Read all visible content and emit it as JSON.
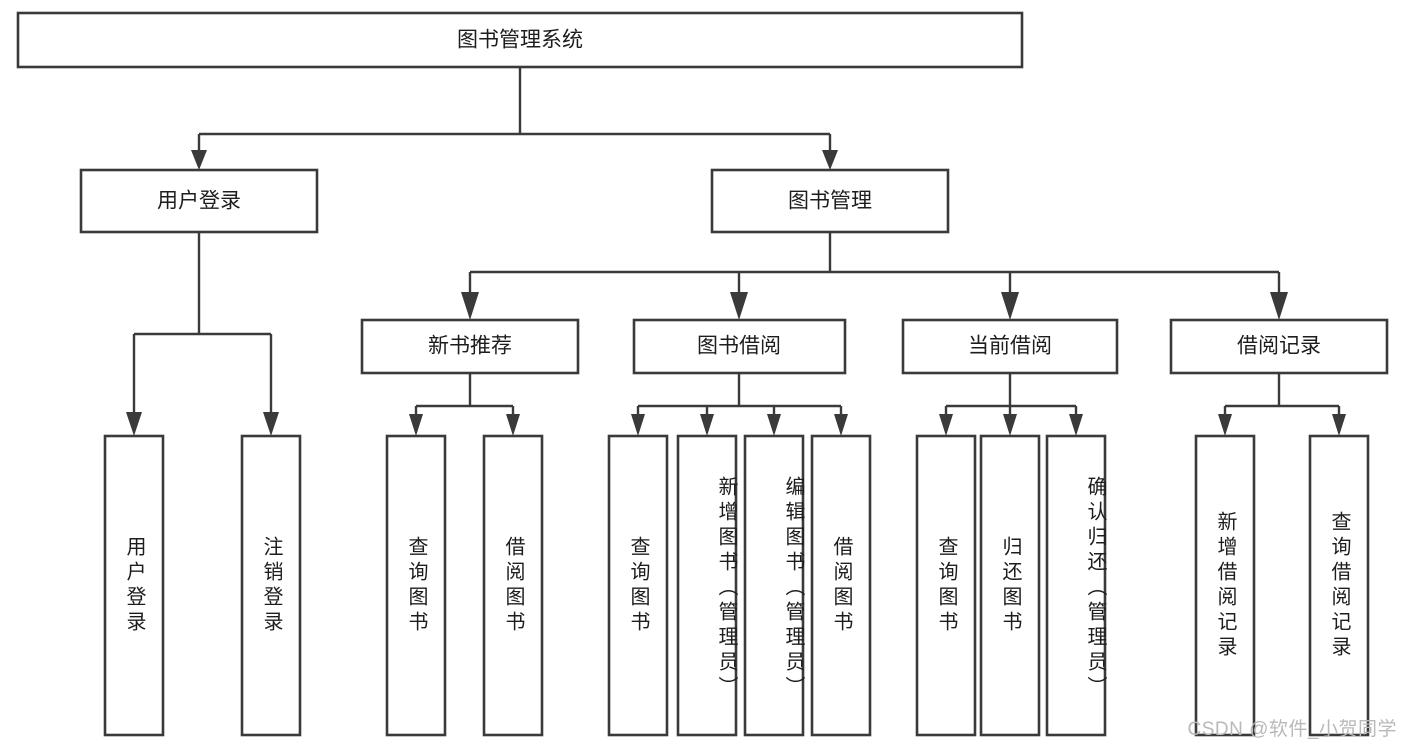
{
  "diagram": {
    "title": "图书管理系统",
    "type": "hierarchy-tree",
    "watermark": "CSDN @软件_小贺同学",
    "root": {
      "id": "root",
      "label": "图书管理系统"
    },
    "level2": [
      {
        "id": "user-login",
        "label": "用户登录"
      },
      {
        "id": "book-management",
        "label": "图书管理"
      }
    ],
    "level3": [
      {
        "id": "new-book-recommend",
        "label": "新书推荐",
        "parent": "book-management"
      },
      {
        "id": "book-borrow",
        "label": "图书借阅",
        "parent": "book-management"
      },
      {
        "id": "current-borrow",
        "label": "当前借阅",
        "parent": "book-management"
      },
      {
        "id": "borrow-record",
        "label": "借阅记录",
        "parent": "book-management"
      }
    ],
    "leaves": [
      {
        "id": "leaf-user-login",
        "label": "用户登录",
        "parent": "user-login"
      },
      {
        "id": "leaf-logout-login",
        "label": "注销登录",
        "parent": "user-login"
      },
      {
        "id": "leaf-query-book-1",
        "label": "查询图书",
        "parent": "new-book-recommend"
      },
      {
        "id": "leaf-borrow-book-1",
        "label": "借阅图书",
        "parent": "new-book-recommend"
      },
      {
        "id": "leaf-query-book-2",
        "label": "查询图书",
        "parent": "book-borrow"
      },
      {
        "id": "leaf-add-book",
        "label": "新增图书（管理员）",
        "parent": "book-borrow"
      },
      {
        "id": "leaf-edit-book",
        "label": "编辑图书（管理员）",
        "parent": "book-borrow"
      },
      {
        "id": "leaf-borrow-book-2",
        "label": "借阅图书",
        "parent": "book-borrow"
      },
      {
        "id": "leaf-query-book-3",
        "label": "查询图书",
        "parent": "current-borrow"
      },
      {
        "id": "leaf-return-book",
        "label": "归还图书",
        "parent": "current-borrow"
      },
      {
        "id": "leaf-confirm-return",
        "label": "确认归还（管理员）",
        "parent": "current-borrow"
      },
      {
        "id": "leaf-add-record",
        "label": "新增借阅记录",
        "parent": "borrow-record"
      },
      {
        "id": "leaf-query-record",
        "label": "查询借阅记录",
        "parent": "borrow-record"
      }
    ],
    "colors": {
      "stroke": "#3a3a3a",
      "fill": "#ffffff",
      "text": "#1d1d1d",
      "watermark": "#b9b9b9"
    }
  }
}
